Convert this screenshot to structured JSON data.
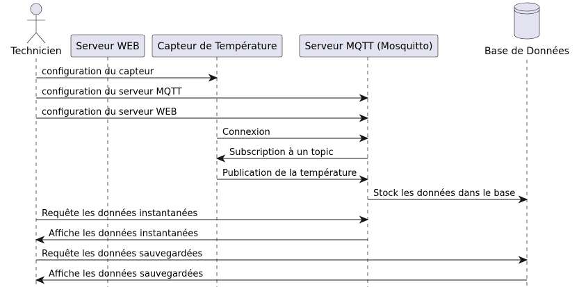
{
  "diagram": {
    "colors": {
      "participant_fill": "#E2E2F0",
      "stroke": "#181818",
      "text": "#000000"
    },
    "participants": [
      {
        "id": "technicien",
        "label": "Technicien",
        "kind": "actor"
      },
      {
        "id": "serveur-web",
        "label": "Serveur WEB",
        "kind": "participant"
      },
      {
        "id": "capteur",
        "label": "Capteur de Température",
        "kind": "participant"
      },
      {
        "id": "mqtt",
        "label": "Serveur MQTT (Mosquitto)",
        "kind": "participant"
      },
      {
        "id": "bdd",
        "label": "Base de Données",
        "kind": "database"
      }
    ],
    "messages": [
      {
        "from": "technicien",
        "to": "capteur",
        "label": "configuration du capteur"
      },
      {
        "from": "technicien",
        "to": "mqtt",
        "label": "configuration du serveur MQTT"
      },
      {
        "from": "technicien",
        "to": "mqtt",
        "label": "configuration du serveur WEB"
      },
      {
        "from": "capteur",
        "to": "mqtt",
        "label": "Connexion"
      },
      {
        "from": "mqtt",
        "to": "capteur",
        "label": "Subscription à un topic"
      },
      {
        "from": "capteur",
        "to": "mqtt",
        "label": "Publication de la température"
      },
      {
        "from": "mqtt",
        "to": "bdd",
        "label": "Stock les données dans le base"
      },
      {
        "from": "technicien",
        "to": "mqtt",
        "label": "Requête les données instantanées"
      },
      {
        "from": "mqtt",
        "to": "technicien",
        "label": "Affiche les données instantanées"
      },
      {
        "from": "technicien",
        "to": "bdd",
        "label": "Requête les données sauvegardées"
      },
      {
        "from": "bdd",
        "to": "technicien",
        "label": "Affiche les données sauvegardées"
      }
    ]
  }
}
